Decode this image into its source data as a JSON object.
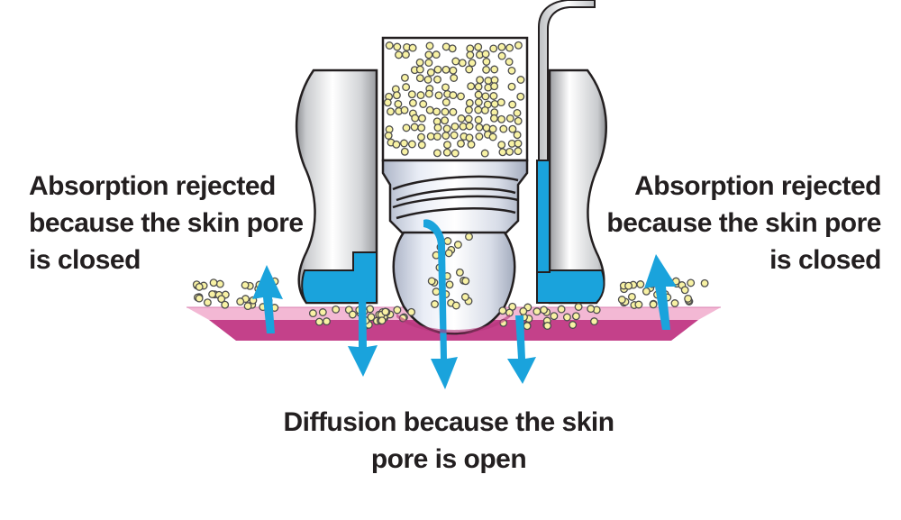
{
  "labels": {
    "left": "Absorption rejected\nbecause the skin pore\nis closed",
    "right": "Absorption rejected\nbecause the skin pore\nis closed",
    "bottom": "Diffusion because the skin\npore is open"
  },
  "colors": {
    "skin_top": "#f3b8d4",
    "skin_side": "#c4418a",
    "fluid": "#1aa3dc",
    "arrow": "#1aa3dc",
    "granule_fill": "#f8f2a4",
    "granule_stroke": "#4d4d4d",
    "text": "#231f20"
  }
}
